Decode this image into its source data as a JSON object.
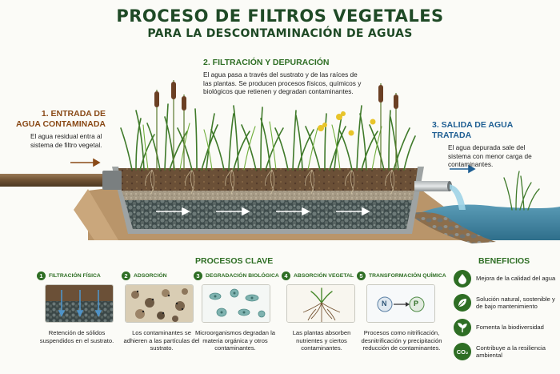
{
  "header": {
    "title": "PROCESO DE FILTROS VEGETALES",
    "subtitle": "PARA LA DESCONTAMINACIÓN DE AGUAS"
  },
  "steps": [
    {
      "title_line1": "1. ENTRADA DE",
      "title_line2": "AGUA CONTAMINADA",
      "desc": "El agua residual entra al sistema de filtro vegetal."
    },
    {
      "title": "2. FILTRACIÓN Y DEPURACIÓN",
      "desc": "El agua pasa a través del sustrato y de las raíces de las plantas. Se producen procesos físicos, químicos y biológicos que retienen y degradan contaminantes."
    },
    {
      "title": "3. SALIDA DE AGUA TRATADA",
      "desc": "El agua depurada sale del sistema con menor carga de contaminantes."
    }
  ],
  "procesos": {
    "title": "PROCESOS CLAVE",
    "items": [
      {
        "num": "1",
        "name": "FILTRACIÓN FÍSICA",
        "desc": "Retención de sólidos suspendidos en el sustrato."
      },
      {
        "num": "2",
        "name": "ADSORCIÓN",
        "desc": "Los contaminantes se adhieren a las partículas del sustrato."
      },
      {
        "num": "3",
        "name": "DEGRADACIÓN BIOLÓGICA",
        "desc": "Microorganismos degradan la materia orgánica y otros contaminantes."
      },
      {
        "num": "4",
        "name": "ABSORCIÓN VEGETAL",
        "desc": "Las plantas absorben nutrientes y ciertos contaminantes."
      },
      {
        "num": "5",
        "name": "TRANSFORMACIÓN QUÍMICA",
        "desc": "Procesos como nitrificación, desnitrificación y precipitación reducción de contaminantes.",
        "badge_n": "N",
        "badge_p": "P"
      }
    ]
  },
  "beneficios": {
    "title": "BENEFICIOS",
    "items": [
      {
        "text": "Mejora de la calidad del agua",
        "icon": "water-drop-icon"
      },
      {
        "text": "Solución natural, sostenible y de bajo mantenimiento",
        "icon": "leaf-icon"
      },
      {
        "text": "Fomenta la biodiversidad",
        "icon": "plant-icon"
      },
      {
        "text": "Contribuye a la resiliencia ambiental",
        "icon": "co2-icon",
        "icon_label": "CO₂"
      }
    ]
  },
  "colors": {
    "accent": "#2e6e24",
    "inlet": "#8a4a17",
    "outlet": "#1f5f93"
  }
}
